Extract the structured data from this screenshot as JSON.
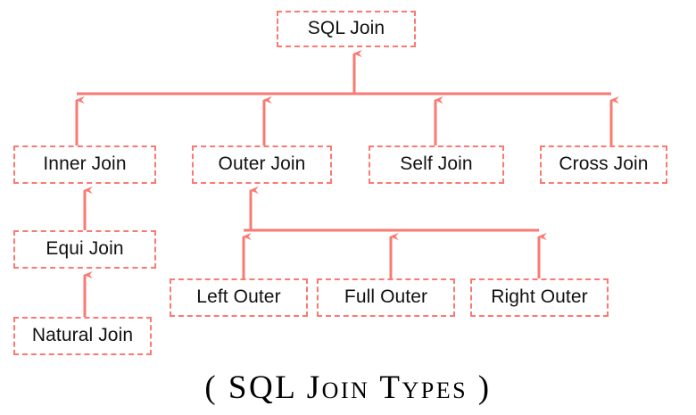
{
  "diagram": {
    "title": "SQL Join Types",
    "caption": "( SQL Join Types )",
    "colors": {
      "connector": "#fa7a72",
      "box_border": "#fa7a72",
      "text": "#111111",
      "background": "#ffffff",
      "caption_text": "#000000"
    },
    "nodes": {
      "root": {
        "label": "SQL Join"
      },
      "inner": {
        "label": "Inner Join"
      },
      "outer": {
        "label": "Outer Join"
      },
      "self": {
        "label": "Self Join"
      },
      "cross": {
        "label": "Cross Join"
      },
      "equi": {
        "label": "Equi Join"
      },
      "natural": {
        "label": "Natural Join"
      },
      "left_outer": {
        "label": "Left Outer"
      },
      "full_outer": {
        "label": "Full Outer"
      },
      "right_outer": {
        "label": "Right Outer"
      }
    },
    "edges": [
      {
        "from": "inner",
        "to": "root",
        "arrow": "up"
      },
      {
        "from": "outer",
        "to": "root",
        "arrow": "up"
      },
      {
        "from": "self",
        "to": "root",
        "arrow": "up"
      },
      {
        "from": "cross",
        "to": "root",
        "arrow": "up"
      },
      {
        "from": "equi",
        "to": "inner",
        "arrow": "up"
      },
      {
        "from": "natural",
        "to": "equi",
        "arrow": "up"
      },
      {
        "from": "left_outer",
        "to": "outer",
        "arrow": "up"
      },
      {
        "from": "full_outer",
        "to": "outer",
        "arrow": "up"
      },
      {
        "from": "right_outer",
        "to": "outer",
        "arrow": "up"
      }
    ]
  }
}
